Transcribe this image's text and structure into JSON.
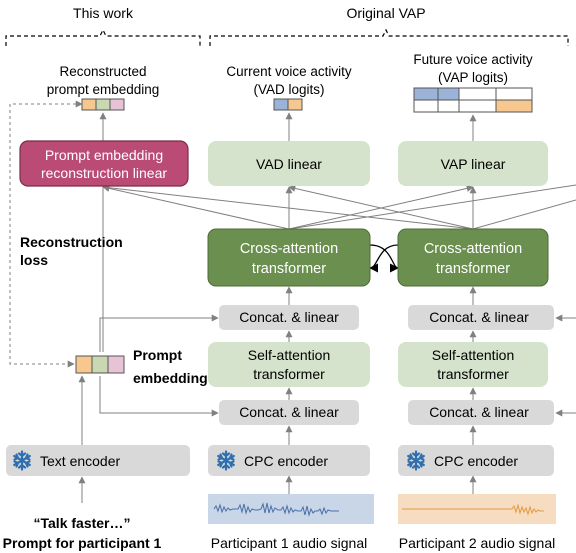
{
  "sections": {
    "this_work": "This work",
    "original_vap": "Original VAP"
  },
  "outputs": {
    "reconstructed": [
      "Reconstructed",
      "prompt embedding"
    ],
    "current": [
      "Current voice activity",
      "(VAD logits)"
    ],
    "future": [
      "Future voice activity",
      "(VAP logits)"
    ]
  },
  "blocks": {
    "prompt_recon": [
      "Prompt embedding",
      "reconstruction linear"
    ],
    "vad_linear": "VAD linear",
    "vap_linear": "VAP linear",
    "cross_attn": [
      "Cross-attention",
      "transformer"
    ],
    "concat_linear": "Concat. & linear",
    "self_attn": [
      "Self-attention",
      "transformer"
    ],
    "text_encoder": "Text encoder",
    "cpc_encoder": "CPC encoder"
  },
  "labels": {
    "recon_loss": [
      "Reconstruction",
      "loss"
    ],
    "prompt_embedding": [
      "Prompt",
      "embedding"
    ],
    "prompt_quote": "“Talk faster…”",
    "prompt_for": "Prompt for participant 1",
    "p1_signal": "Participant 1 audio signal",
    "p2_signal": "Participant 2 audio signal"
  },
  "icons": {
    "encoder": "snowflake-icon"
  },
  "colors": {
    "gray_block": "#d9d9d9",
    "light_green": "#d6e3cc",
    "dark_green": "#6b8f4f",
    "magenta": "#b94b74",
    "blue_cell": "#9ab3d6",
    "orange_cell": "#f6c890",
    "green_cell": "#c8d8b0",
    "pink_cell": "#e8c2d6",
    "snowflake": "#2e6fb0",
    "wave1_bg": "#c9d6e8",
    "wave2_bg": "#f6dcc0"
  }
}
